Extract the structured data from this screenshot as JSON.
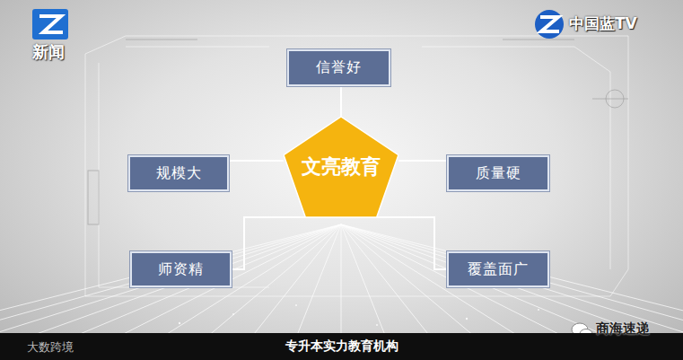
{
  "diagram": {
    "caption": "专升本实力教育机构",
    "nodes": [
      {
        "text": [
          "信誉好"
        ]
      },
      {
        "text": [
          "规模大"
        ]
      },
      {
        "text": [
          "文亮教育"
        ]
      },
      {
        "text": [
          "质量硬"
        ]
      },
      {
        "text": [
          "师资精"
        ]
      },
      {
        "text": [
          "覆盖面广"
        ]
      }
    ],
    "edges": [
      {
        "from": 2,
        "to": 0,
        "arrow": "none"
      },
      {
        "from": 2,
        "to": 1,
        "arrow": "none"
      },
      {
        "from": 2,
        "to": 3,
        "arrow": "none"
      },
      {
        "from": 2,
        "to": 4,
        "arrow": "none"
      },
      {
        "from": 2,
        "to": 5,
        "arrow": "none"
      }
    ],
    "labels": [
      "新闻",
      "中国蓝TV",
      "商海速递",
      "大数跨境"
    ]
  }
}
